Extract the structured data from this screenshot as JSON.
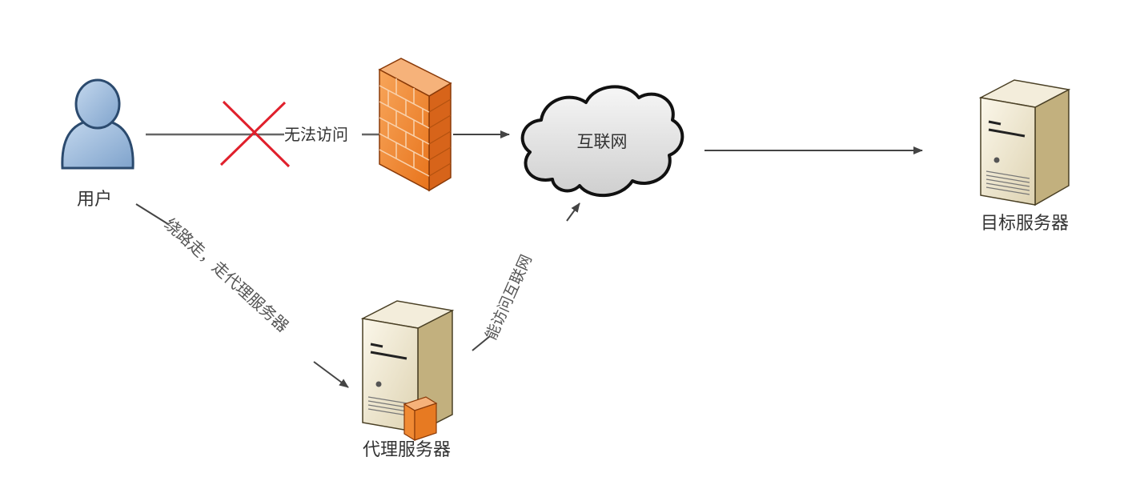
{
  "nodes": {
    "user": {
      "label": "用户"
    },
    "firewall": {},
    "internet": {
      "label": "互联网"
    },
    "proxy_server": {
      "label": "代理服务器"
    },
    "target_server": {
      "label": "目标服务器"
    }
  },
  "edges": {
    "blocked": {
      "label": "无法访问"
    },
    "detour": {
      "label": "绕路走，走代理服务器"
    },
    "proxy_access": {
      "label": "能访问互联网"
    }
  },
  "colors": {
    "line": "#444444",
    "blocked_cross": "#e0202c",
    "user_fill": "#8eb2d8",
    "user_stroke": "#2b4a6e",
    "brick": "#f08a34",
    "brick_mortar": "#f7c79a",
    "server_face": "#ede6cf",
    "server_side": "#c9b98c",
    "cloud_fill": "#e9e9e9",
    "cloud_stroke": "#111111"
  }
}
